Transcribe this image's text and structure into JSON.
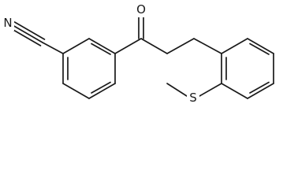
{
  "molecule": {
    "atoms": {
      "nitrile_n": "N",
      "carbonyl_o": "O",
      "thioether_s": "S"
    }
  }
}
